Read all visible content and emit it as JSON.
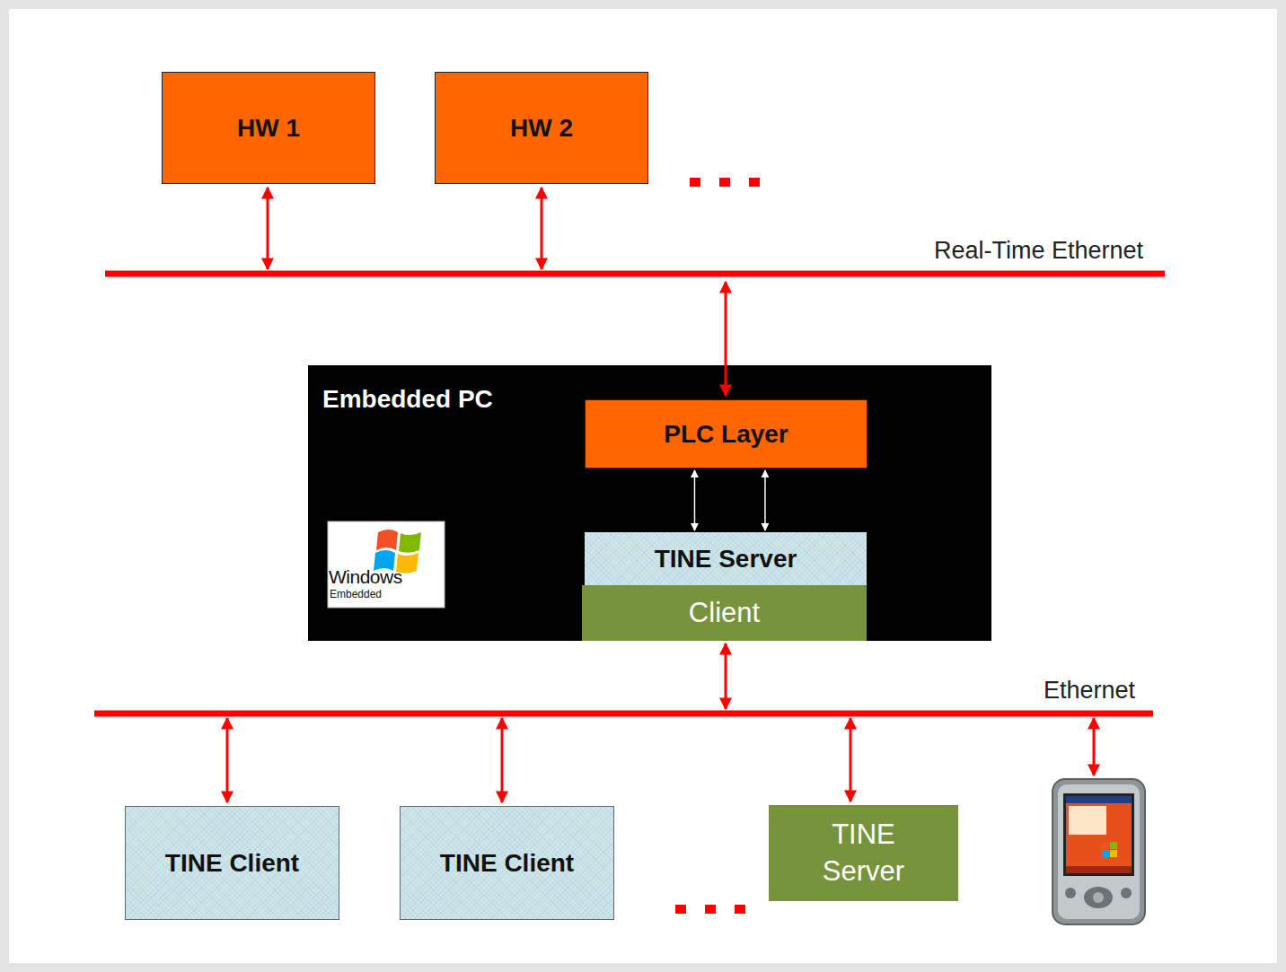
{
  "diagram": {
    "nodes": [
      {
        "text": [
          "HW 1"
        ]
      },
      {
        "text": [
          "HW 2"
        ]
      },
      {
        "text": [
          "Embedded PC"
        ]
      },
      {
        "text": [
          "PLC Layer"
        ],
        "in": 2
      },
      {
        "text": [
          "TINE Server"
        ],
        "in": 2
      },
      {
        "text": [
          "Client"
        ],
        "in": 2
      },
      {
        "text": [
          "TINE Client"
        ]
      },
      {
        "text": [
          "TINE Client"
        ]
      },
      {
        "text": [
          "TINE Server"
        ]
      }
    ],
    "edges": [
      {
        "from": 3,
        "to": 4,
        "arrow": "both"
      },
      {
        "from": 3,
        "to": 4,
        "arrow": "both"
      }
    ],
    "labels": [
      "Real-Time Ethernet",
      "Windows",
      "Embedded",
      "Ethernet"
    ]
  }
}
